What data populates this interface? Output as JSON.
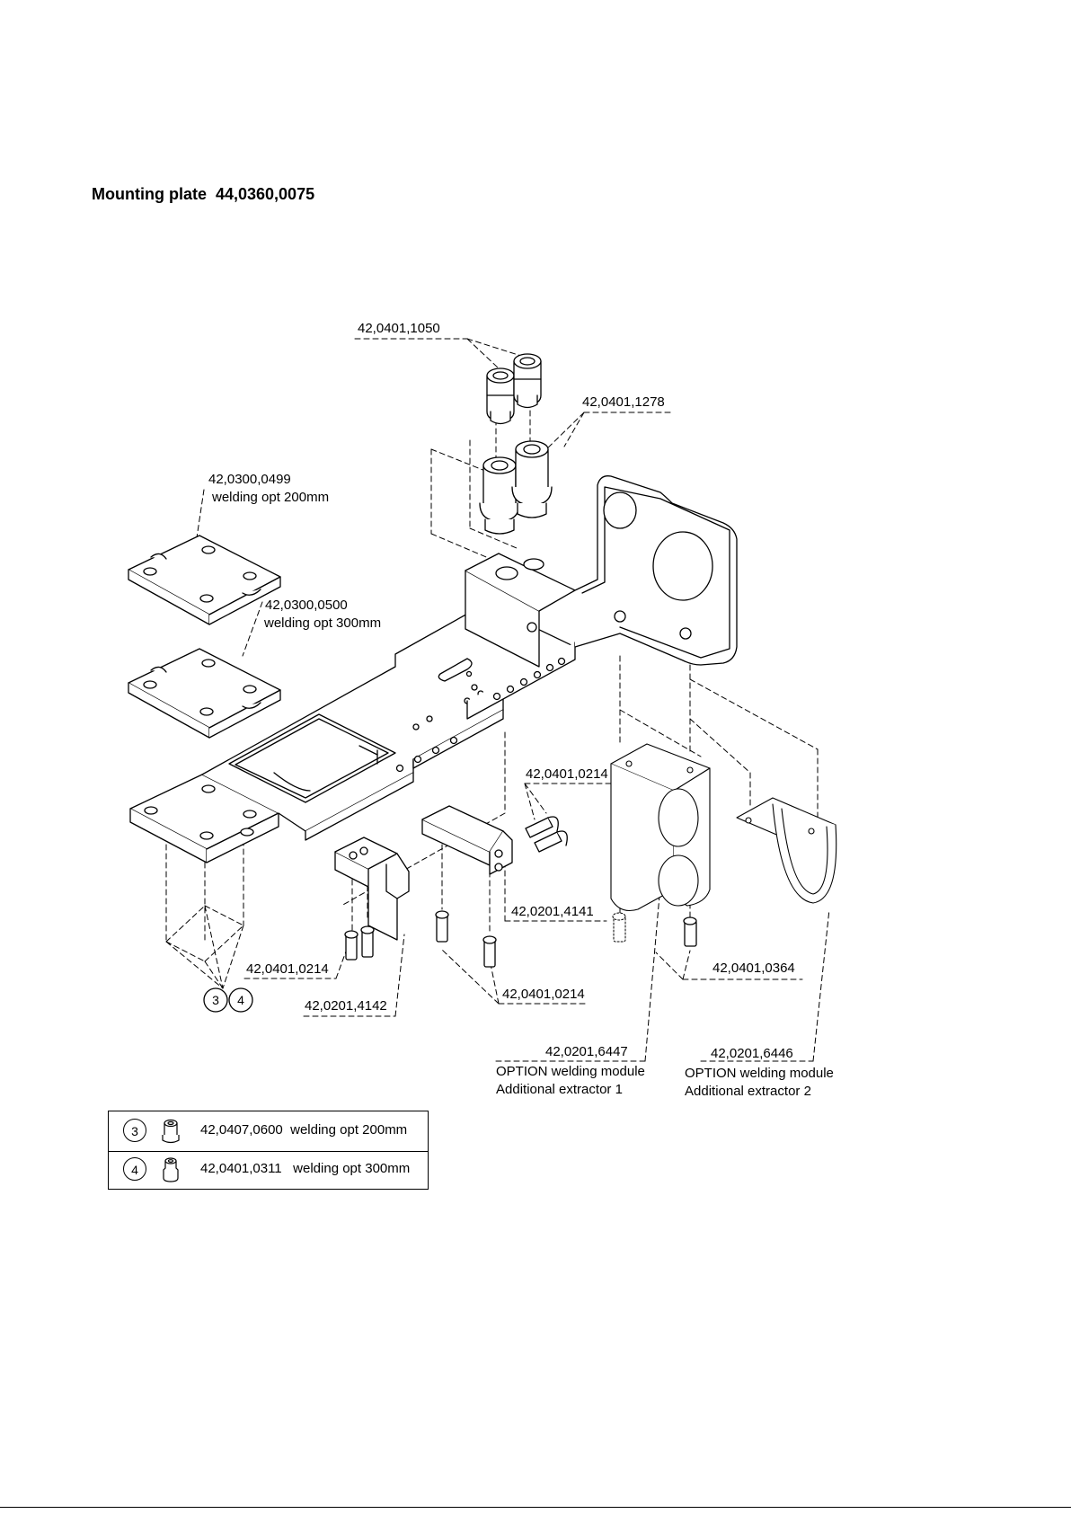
{
  "header": {
    "title": "Mounting plate",
    "part_number": "44,0360,0075"
  },
  "callouts": {
    "c1050": "42,0401,1050",
    "c1278": "42,0401,1278",
    "c0499": "42,0300,0499",
    "c0499_desc": "welding opt 200mm",
    "c0500": "42,0300,0500",
    "c0500_desc": "welding opt 300mm",
    "c0214_a": "42,0401,0214",
    "c4141": "42,0201,4141",
    "c0214_b": "42,0401,0214",
    "c0214_c": "42,0401,0214",
    "c4142": "42,0201,4142",
    "c0364": "42,0401,0364",
    "c6447": "42,0201,6447",
    "c6447_desc1": "OPTION welding module",
    "c6447_desc2": "Additional extractor 1",
    "c6446": "42,0201,6446",
    "c6446_desc1": "OPTION welding module",
    "c6446_desc2": "Additional extractor 2",
    "ref3": "3",
    "ref4": "4"
  },
  "legend": [
    {
      "ref": "3",
      "icon": "standoff-icon",
      "part": "42,0407,0600",
      "desc": "welding opt 200mm"
    },
    {
      "ref": "4",
      "icon": "standoff-icon",
      "part": "42,0401,0311",
      "desc": "welding opt 300mm"
    }
  ]
}
